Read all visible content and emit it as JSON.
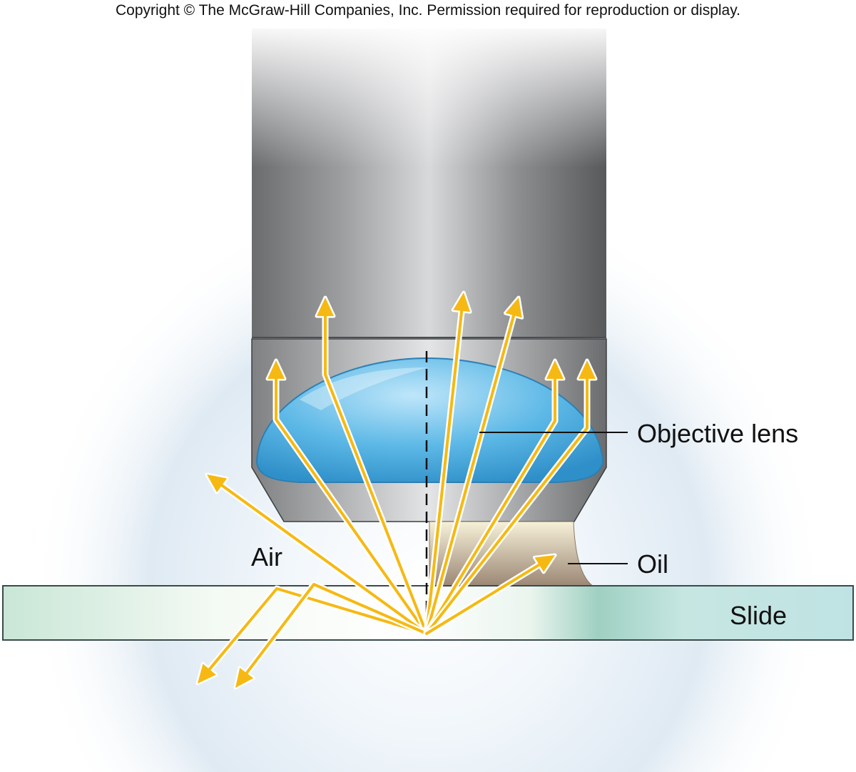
{
  "copyright": "Copyright © The McGraw-Hill Companies, Inc. Permission required for reproduction or display.",
  "labels": {
    "objective_lens": "Objective lens",
    "oil": "Oil",
    "air": "Air",
    "slide": "Slide"
  },
  "colors": {
    "light_ray": "#f6b913",
    "ray_outline": "#ffffff",
    "lens": "#5cb8e6",
    "oil": "#b8a48c",
    "slide": "#bfe3e0",
    "objective_body": "#8a8c8e"
  }
}
